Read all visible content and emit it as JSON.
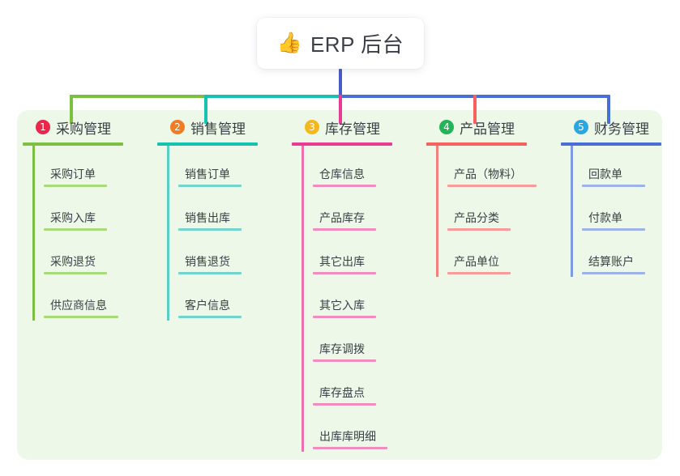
{
  "root": {
    "icon": "thumbs-up-icon",
    "icon_glyph": "👍",
    "title": "ERP 后台"
  },
  "theme": {
    "panel_bg": "#eef8e9",
    "page_bg": "#ffffff",
    "text": "#3b3f46",
    "root_stem": "#4a5ac8"
  },
  "columns": [
    {
      "index": "1",
      "badge_color": "#e8274b",
      "line_color": "#7dbf42",
      "title": "采购管理",
      "items": [
        {
          "label": "采购订单"
        },
        {
          "label": "采购入库"
        },
        {
          "label": "采购退货"
        },
        {
          "label": "供应商信息"
        }
      ]
    },
    {
      "index": "2",
      "badge_color": "#f07d24",
      "line_color": "#15c2b0",
      "title": "销售管理",
      "items": [
        {
          "label": "销售订单"
        },
        {
          "label": "销售出库"
        },
        {
          "label": "销售退货"
        },
        {
          "label": "客户信息"
        }
      ]
    },
    {
      "index": "3",
      "badge_color": "#f5b81c",
      "line_color": "#ea3b93",
      "title": "库存管理",
      "items": [
        {
          "label": "仓库信息"
        },
        {
          "label": "产品库存"
        },
        {
          "label": "其它出库"
        },
        {
          "label": "其它入库"
        },
        {
          "label": "库存调拨"
        },
        {
          "label": "库存盘点"
        },
        {
          "label": "出库库明细"
        }
      ]
    },
    {
      "index": "4",
      "badge_color": "#23b457",
      "line_color": "#f4615f",
      "title": "产品管理",
      "items": [
        {
          "label": "产品（物料）"
        },
        {
          "label": "产品分类"
        },
        {
          "label": "产品单位"
        }
      ]
    },
    {
      "index": "5",
      "badge_color": "#29a7e1",
      "line_color": "#4a6fd4",
      "title": "财务管理",
      "items": [
        {
          "label": "回款单"
        },
        {
          "label": "付款单"
        },
        {
          "label": "结算账户"
        }
      ]
    }
  ],
  "connectors": {
    "root_stem_color": "#4a5ac8",
    "bus_segments": [
      {
        "name": "bus-green",
        "color": "#7dbf42"
      },
      {
        "name": "bus-teal",
        "color": "#15c2b0"
      },
      {
        "name": "bus-blue",
        "color": "#4a6fd4"
      }
    ],
    "drops": [
      {
        "name": "drop-purchase",
        "color": "#7dbf42"
      },
      {
        "name": "drop-sales",
        "color": "#15c2b0"
      },
      {
        "name": "drop-inventory",
        "color": "#ea3b93"
      },
      {
        "name": "drop-product",
        "color": "#f4615f"
      },
      {
        "name": "drop-finance",
        "color": "#4a6fd4"
      }
    ]
  }
}
